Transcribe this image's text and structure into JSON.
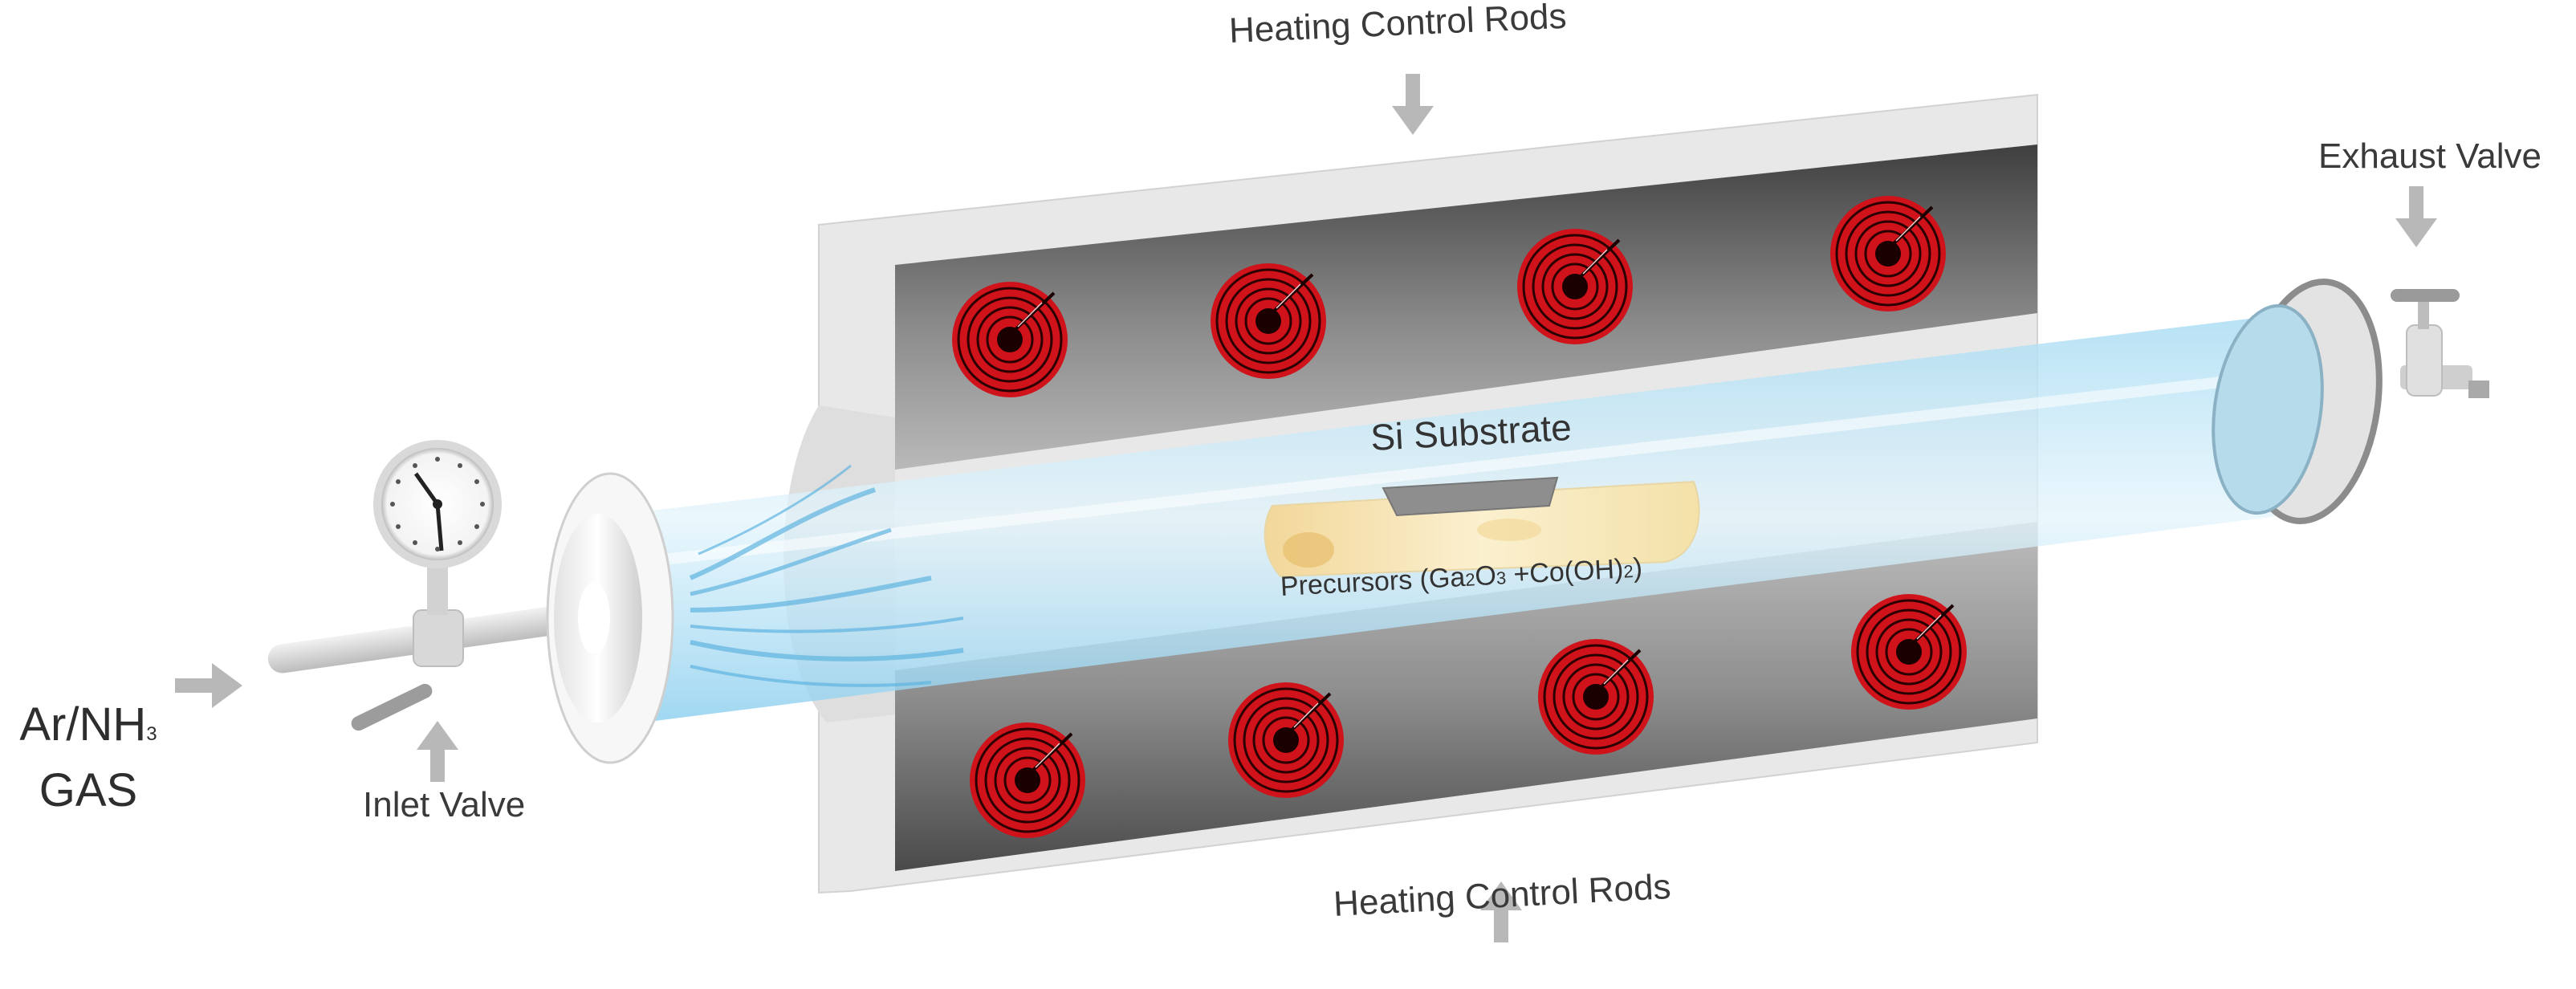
{
  "labels": {
    "heating_top": "Heating Control Rods",
    "heating_bottom": "Heating Control Rods",
    "exhaust_valve": "Exhaust  Valve",
    "inlet_valve": "Inlet Valve",
    "gas_line1_prefix": "Ar/NH",
    "gas_line1_sub": "3",
    "gas_line2": "GAS",
    "substrate": "Si Substrate",
    "precursors_prefix": "Precursors (Ga",
    "precursors_sub1": "2",
    "precursors_mid1": "O",
    "precursors_sub2": "3",
    "precursors_mid2": " +Co(OH)",
    "precursors_sub3": "2",
    "precursors_suffix": ")"
  },
  "colors": {
    "furnace_face": "#e6e6e6",
    "furnace_interior": "#6a6a6a",
    "tube": "#bfe6f7",
    "coil_red": "#d0121b",
    "arrow": "#b8b8b8",
    "text": "#3a3a3a"
  },
  "icons": [
    "pressure-gauge-icon",
    "inlet-valve-icon",
    "exhaust-valve-icon",
    "heating-coil-icon"
  ]
}
